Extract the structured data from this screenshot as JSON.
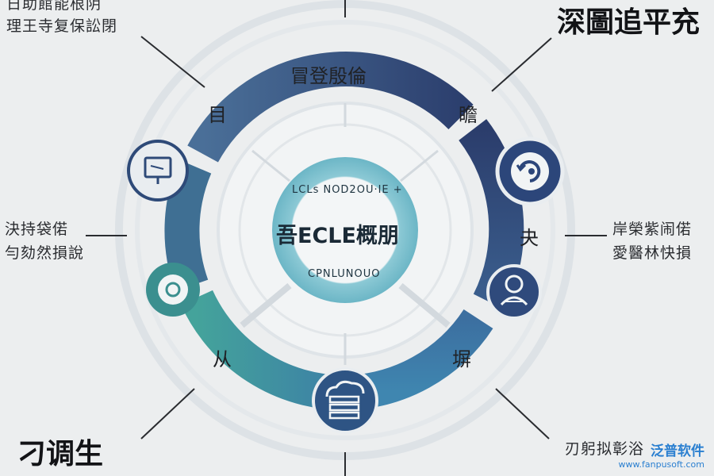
{
  "labels": {
    "top_left_line1": "日助館能根阴",
    "top_left_line2": "理王寺复保訟閉",
    "top_right": "深圖追平充",
    "mid_left_line1": "決持袋偌",
    "mid_left_line2": "勻劾然損說",
    "mid_right_line1": "岸榮紫闹偌",
    "mid_right_line2": "愛醫林快損",
    "bottom_left": "刁调生",
    "bottom_right_line1": "刃躬拟彰浴"
  },
  "ring": {
    "top": "冒登殷倫",
    "upper_left": "目",
    "upper_right": "瞻",
    "right": "夬",
    "lower_left": "从",
    "lower_right": "塀"
  },
  "center": {
    "title": "吾ECLE概朋",
    "sub_top": "LCLs NOD2OU·IE +",
    "sub_bottom": "CPNLUNOUO"
  },
  "icons": [
    "screen-icon",
    "target-icon",
    "cloud-server-icon",
    "person-icon",
    "refresh-icon"
  ],
  "watermark": {
    "name": "泛普软件",
    "url": "www.fanpusoft.com"
  },
  "colors": {
    "background": "#eceeef",
    "ring_blue": "#3a5b86",
    "ring_navy": "#2b4170",
    "ring_teal": "#3e9a96",
    "ring_steel": "#4679a8",
    "center_teal": "#7fc5d3",
    "icon_fill": "#2e4a78"
  }
}
